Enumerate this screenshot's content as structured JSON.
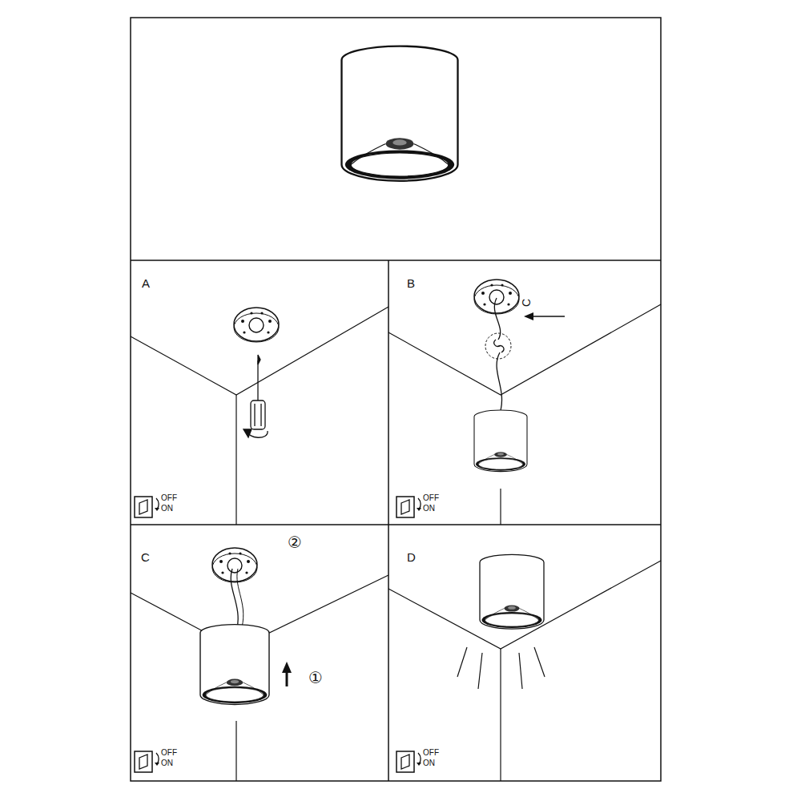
{
  "diagram": {
    "labels": [
      "A",
      "OFF",
      "ON",
      "B",
      "C",
      "OFF",
      "ON",
      "C",
      "②",
      "①",
      "OFF",
      "ON",
      "D",
      "OFF",
      "ON"
    ]
  }
}
